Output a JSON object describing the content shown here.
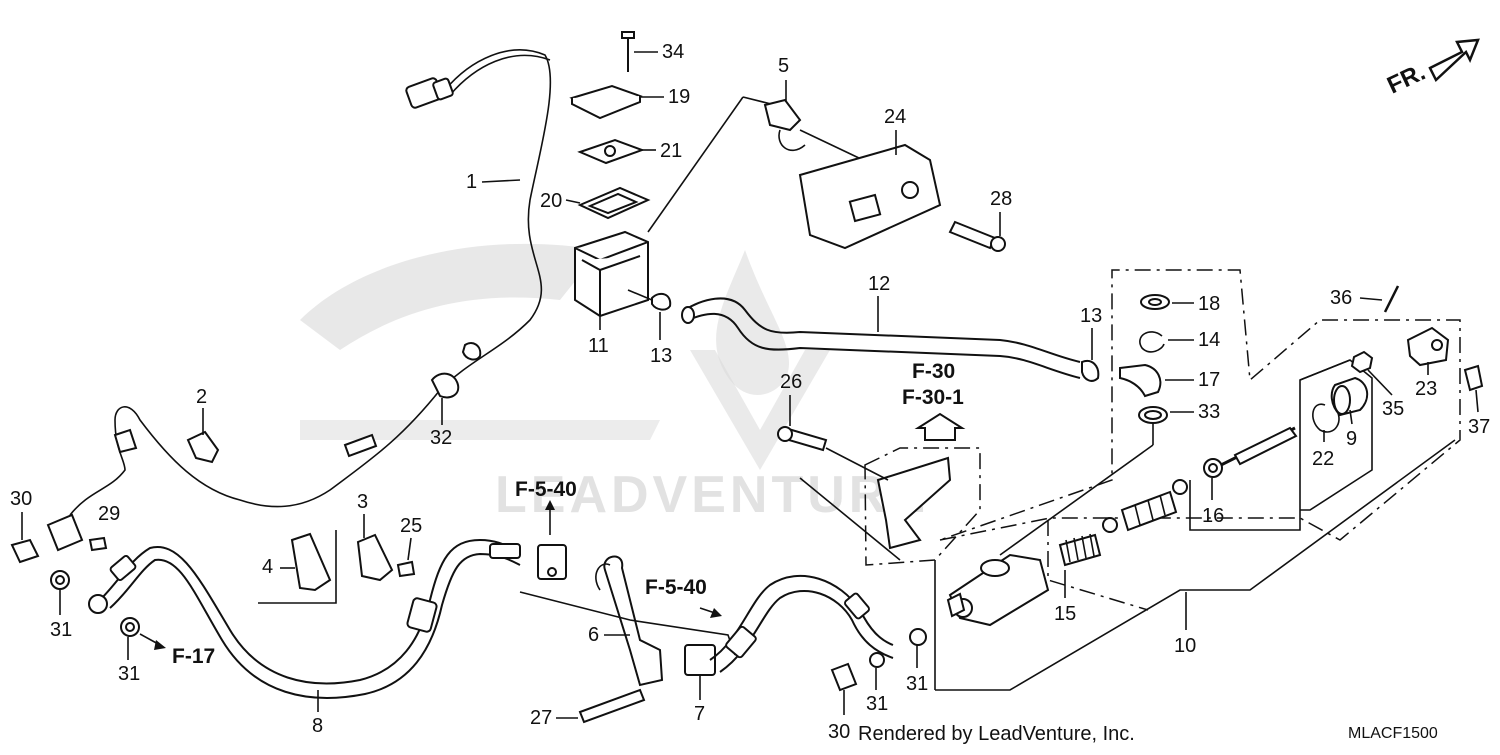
{
  "header": {
    "front_label": "FR."
  },
  "labels": {
    "l1": "1",
    "l2": "2",
    "l3": "3",
    "l4": "4",
    "l5": "5",
    "l6": "6",
    "l7": "7",
    "l8": "8",
    "l9": "9",
    "l10": "10",
    "l11": "11",
    "l12": "12",
    "l13a": "13",
    "l13b": "13",
    "l14": "14",
    "l15": "15",
    "l16": "16",
    "l17": "17",
    "l18": "18",
    "l19": "19",
    "l20": "20",
    "l21": "21",
    "l22": "22",
    "l23": "23",
    "l24": "24",
    "l25": "25",
    "l26": "26",
    "l27": "27",
    "l28": "28",
    "l29": "29",
    "l30a": "30",
    "l30b": "30",
    "l31a": "31",
    "l31b": "31",
    "l31c": "31",
    "l31d": "31",
    "l32": "32",
    "l33": "33",
    "l34": "34",
    "l35": "35",
    "l36": "36",
    "l37": "37"
  },
  "refs": {
    "f30": "F-30",
    "f30_1": "F-30-1",
    "f540a": "F-5-40",
    "f540b": "F-5-40",
    "f17": "F-17"
  },
  "footer": {
    "rendered_by": "Rendered by LeadVenture, Inc.",
    "diagram_code": "MLACF1500"
  },
  "watermark": {
    "text": "LEADVENTURE"
  }
}
